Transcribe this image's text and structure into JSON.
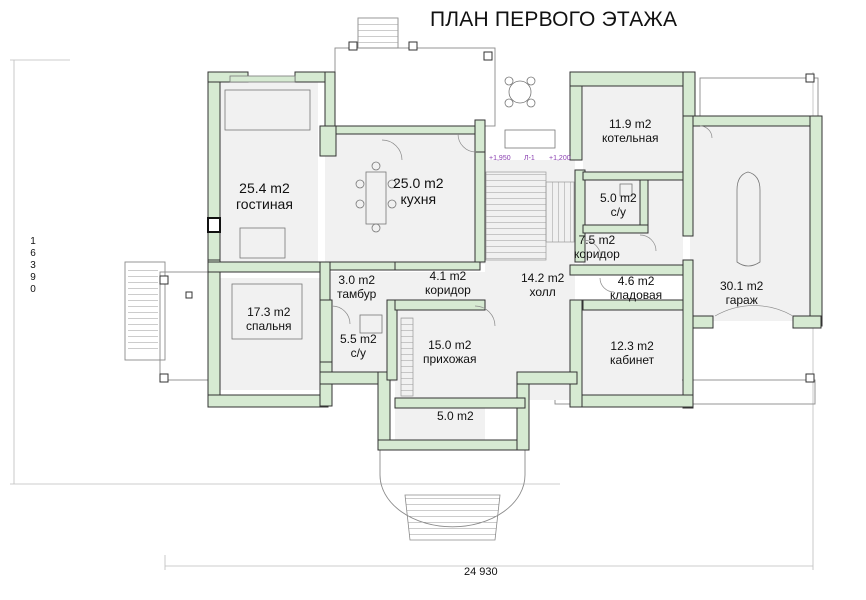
{
  "title": "ПЛАН ПЕРВОГО ЭТАЖА",
  "dimensions": {
    "width": "24 930",
    "depth": "16390"
  },
  "level_marks": [
    "+1,950",
    "Л-1",
    "+1,200"
  ],
  "rooms": [
    {
      "id": "living",
      "area": "25.4 m2",
      "name": "гостиная"
    },
    {
      "id": "kitchen",
      "area": "25.0 m2",
      "name": "кухня"
    },
    {
      "id": "boiler",
      "area": "11.9 m2",
      "name": "котельная"
    },
    {
      "id": "wc1",
      "area": "5.0 m2",
      "name": "с/у"
    },
    {
      "id": "corridor2",
      "area": "7.5 m2",
      "name": "коридор"
    },
    {
      "id": "vestibule",
      "area": "3.0 m2",
      "name": "тамбур"
    },
    {
      "id": "corridor1",
      "area": "4.1 m2",
      "name": "коридор"
    },
    {
      "id": "hall",
      "area": "14.2 m2",
      "name": "холл"
    },
    {
      "id": "pantry",
      "area": "4.6 m2",
      "name": "кладовая"
    },
    {
      "id": "garage",
      "area": "30.1 m2",
      "name": "гараж"
    },
    {
      "id": "bedroom",
      "area": "17.3 m2",
      "name": "спальня"
    },
    {
      "id": "wc2",
      "area": "5.5 m2",
      "name": "с/у"
    },
    {
      "id": "entry",
      "area": "15.0 m2",
      "name": "прихожая"
    },
    {
      "id": "office",
      "area": "12.3 m2",
      "name": "кабинет"
    },
    {
      "id": "porch",
      "area": "5.0 m2",
      "name": ""
    }
  ],
  "colors": {
    "wall_fill": "#d6ead2",
    "wall_stroke": "#333333",
    "floor": "#f1f1f1",
    "accent": "#8a3fb0"
  }
}
